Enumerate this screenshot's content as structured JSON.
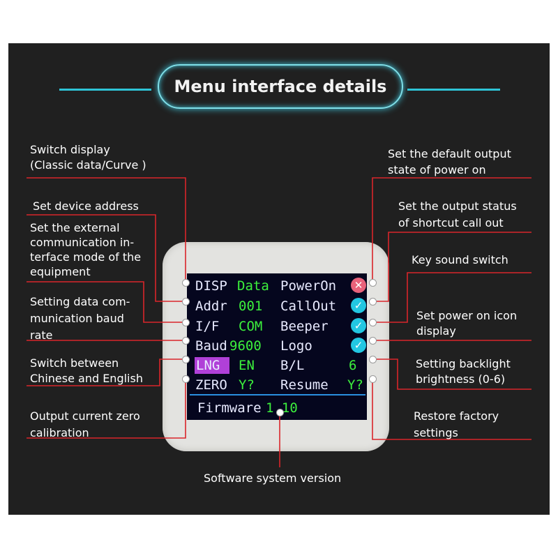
{
  "title": "Menu interface details",
  "annotations": {
    "switch_display": "Switch display\n(Classic data/Curve )",
    "device_address": "Set device address",
    "comm_interface": "Set the external\ncommunication in-\nterface mode of the\nequipment",
    "baud_rate": "Setting data com-\nmunication baud\nrate",
    "language": "Switch between\nChinese and English",
    "zero_calibration": "Output current zero\ncalibration",
    "power_on_state": "Set the default output\nstate of power on",
    "shortcut_callout": "Set the output status\nof shortcut call out",
    "key_sound": "Key sound switch",
    "power_on_icon": "Set power on icon\ndisplay",
    "backlight": "Setting backlight\nbrightness (0-6)",
    "factory_reset": "Restore factory\nsettings",
    "software_version": "Software system version"
  },
  "screen": {
    "rows": [
      {
        "left_label": "DISP",
        "left_value": "Data",
        "right_label": "PowerOn",
        "right_value": "x-icon"
      },
      {
        "left_label": "Addr",
        "left_value": "001",
        "right_label": "CallOut",
        "right_value": "check-icon"
      },
      {
        "left_label": "I/F",
        "left_value": "COM",
        "right_label": "Beeper",
        "right_value": "check-icon"
      },
      {
        "left_label": "Baud",
        "left_value": "9600",
        "right_label": "Logo",
        "right_value": "check-icon"
      },
      {
        "left_label": "LNG",
        "left_value": "EN",
        "right_label": "B/L",
        "right_value": "6"
      },
      {
        "left_label": "ZERO",
        "left_value": "Y?",
        "right_label": "Resume",
        "right_value": "Y?"
      }
    ],
    "firmware_label": "Firmware",
    "firmware_version": "1.10"
  },
  "colors": {
    "title_accent": "#2ec4d6",
    "leader_line": "#d9252a",
    "screen_label": "#e8eaff",
    "screen_value": "#3cf03c",
    "highlight": "#b040d8",
    "check": "#22c7e2",
    "cross": "#e8627a"
  }
}
